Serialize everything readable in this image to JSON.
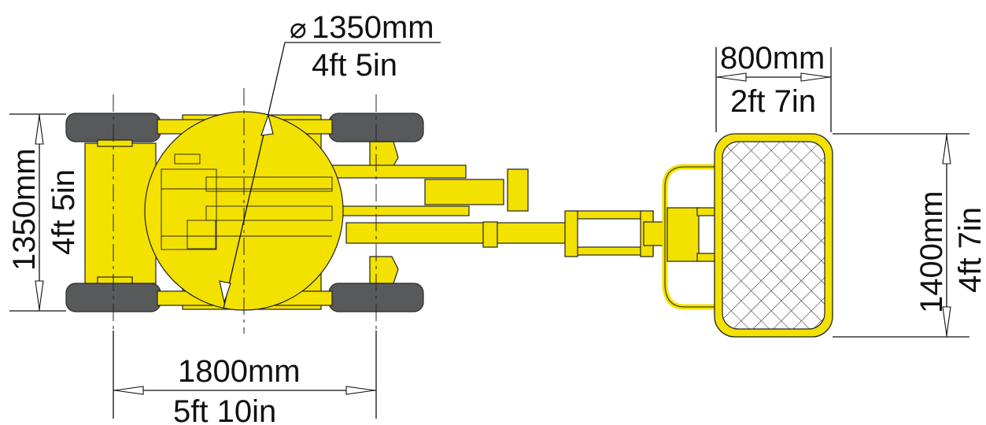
{
  "dimensions": {
    "turret_diameter": {
      "metric": "1350mm",
      "imperial": "4ft 5in",
      "symbol": "⌀"
    },
    "platform_width": {
      "metric": "800mm",
      "imperial": "2ft 7in"
    },
    "chassis_width": {
      "metric": "1350mm",
      "imperial": "4ft 5in"
    },
    "wheelbase": {
      "metric": "1800mm",
      "imperial": "5ft 10in"
    },
    "platform_length": {
      "metric": "1400mm",
      "imperial": "4ft 7in"
    }
  },
  "colors": {
    "machine_yellow": "#f3e100",
    "tyre_grey": "#58595b",
    "line": "#111111"
  }
}
